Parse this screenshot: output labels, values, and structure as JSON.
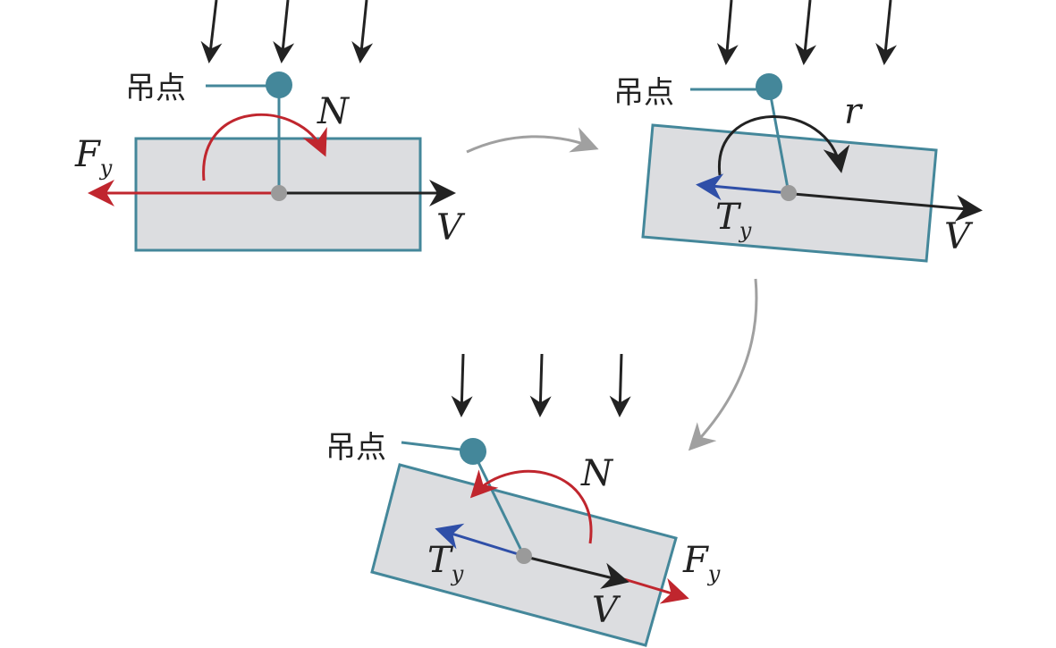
{
  "labels": {
    "hoist_point": "吊点",
    "moment": "N",
    "force_F": "F",
    "force_T": "T",
    "subscript_y": "y",
    "velocity": "V",
    "rotation": "r"
  },
  "colors": {
    "body_fill": "#dcdde0",
    "body_stroke": "#44879a",
    "hoist": "#44879a",
    "center": "#9a9a9a",
    "red": "#c0262e",
    "blue": "#2f4fa8",
    "black": "#222222",
    "flow": "#a0a0a0"
  }
}
